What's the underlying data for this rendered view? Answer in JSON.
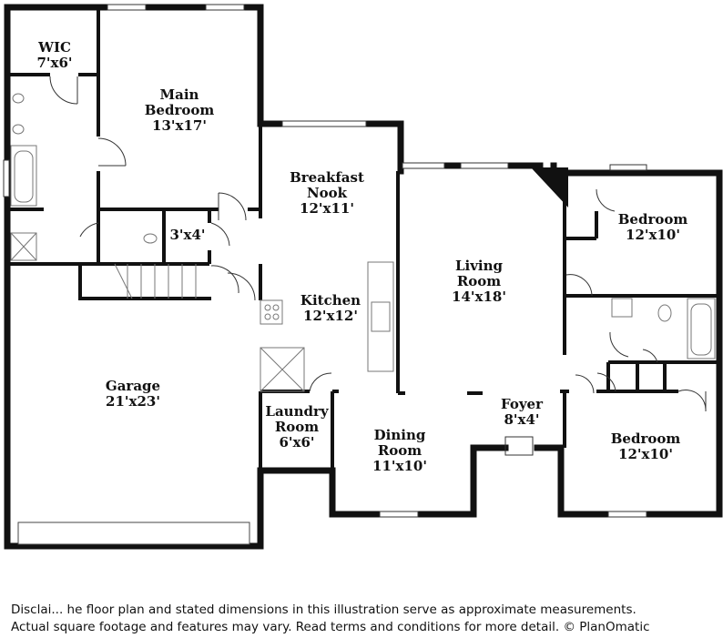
{
  "rooms": {
    "wic": {
      "name": "WIC",
      "dim": "7'x6'"
    },
    "main_bedroom": {
      "name_l1": "Main",
      "name_l2": "Bedroom",
      "dim": "13'x17'"
    },
    "breakfast_nook": {
      "name_l1": "Breakfast",
      "name_l2": "Nook",
      "dim": "12'x11'"
    },
    "closet": {
      "dim": "3'x4'"
    },
    "living_room": {
      "name_l1": "Living",
      "name_l2": "Room",
      "dim": "14'x18'"
    },
    "bedroom_top": {
      "name": "Bedroom",
      "dim": "12'x10'"
    },
    "kitchen": {
      "name": "Kitchen",
      "dim": "12'x12'"
    },
    "garage": {
      "name": "Garage",
      "dim": "21'x23'"
    },
    "laundry": {
      "name_l1": "Laundry",
      "name_l2": "Room",
      "dim": "6'x6'"
    },
    "foyer": {
      "name": "Foyer",
      "dim": "8'x4'"
    },
    "dining_room": {
      "name_l1": "Dining",
      "name_l2": "Room",
      "dim": "11'x10'"
    },
    "bedroom_bottom": {
      "name": "Bedroom",
      "dim": "12'x10'"
    }
  },
  "disclaimer": {
    "line1": "Disclai... he floor plan and stated dimensions in this illustration serve as approximate measurements.",
    "line2": "Actual square footage and features may vary. Read terms and conditions for more detail. © PlanOmatic"
  },
  "colors": {
    "wall": "#111111",
    "fixture": "#777777",
    "background": "#ffffff"
  }
}
